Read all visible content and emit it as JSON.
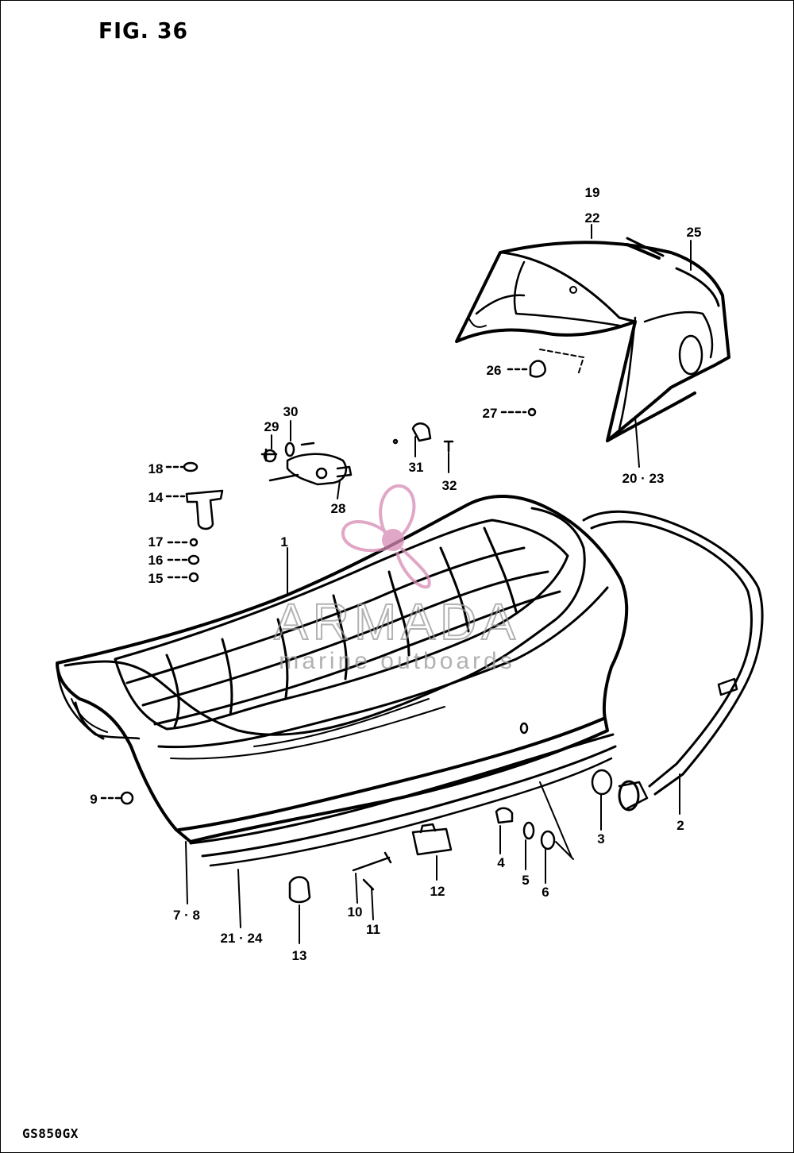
{
  "figure": {
    "title": "FIG. 36",
    "model": "GS850GX"
  },
  "watermark": {
    "brand": "ARMADA",
    "tagline": "marine outboards",
    "color": "#d68ab4"
  },
  "callouts": [
    {
      "id": "c19",
      "text": "19"
    },
    {
      "id": "c22",
      "text": "22"
    },
    {
      "id": "c25",
      "text": "25"
    },
    {
      "id": "c26",
      "text": "26"
    },
    {
      "id": "c27",
      "text": "27"
    },
    {
      "id": "c20_23",
      "text": "20 · 23"
    },
    {
      "id": "c30",
      "text": "30"
    },
    {
      "id": "c29",
      "text": "29"
    },
    {
      "id": "c31",
      "text": "31"
    },
    {
      "id": "c32",
      "text": "32"
    },
    {
      "id": "c28",
      "text": "28"
    },
    {
      "id": "c18",
      "text": "18"
    },
    {
      "id": "c14",
      "text": "14"
    },
    {
      "id": "c17",
      "text": "17"
    },
    {
      "id": "c16",
      "text": "16"
    },
    {
      "id": "c15",
      "text": "15"
    },
    {
      "id": "c1",
      "text": "1"
    },
    {
      "id": "c9",
      "text": "9"
    },
    {
      "id": "c2",
      "text": "2"
    },
    {
      "id": "c3",
      "text": "3"
    },
    {
      "id": "c4",
      "text": "4"
    },
    {
      "id": "c5",
      "text": "5"
    },
    {
      "id": "c6",
      "text": "6"
    },
    {
      "id": "c12",
      "text": "12"
    },
    {
      "id": "c10",
      "text": "10"
    },
    {
      "id": "c11",
      "text": "11"
    },
    {
      "id": "c13",
      "text": "13"
    },
    {
      "id": "c7_8",
      "text": "7 · 8"
    },
    {
      "id": "c21_24",
      "text": "21 · 24"
    }
  ]
}
